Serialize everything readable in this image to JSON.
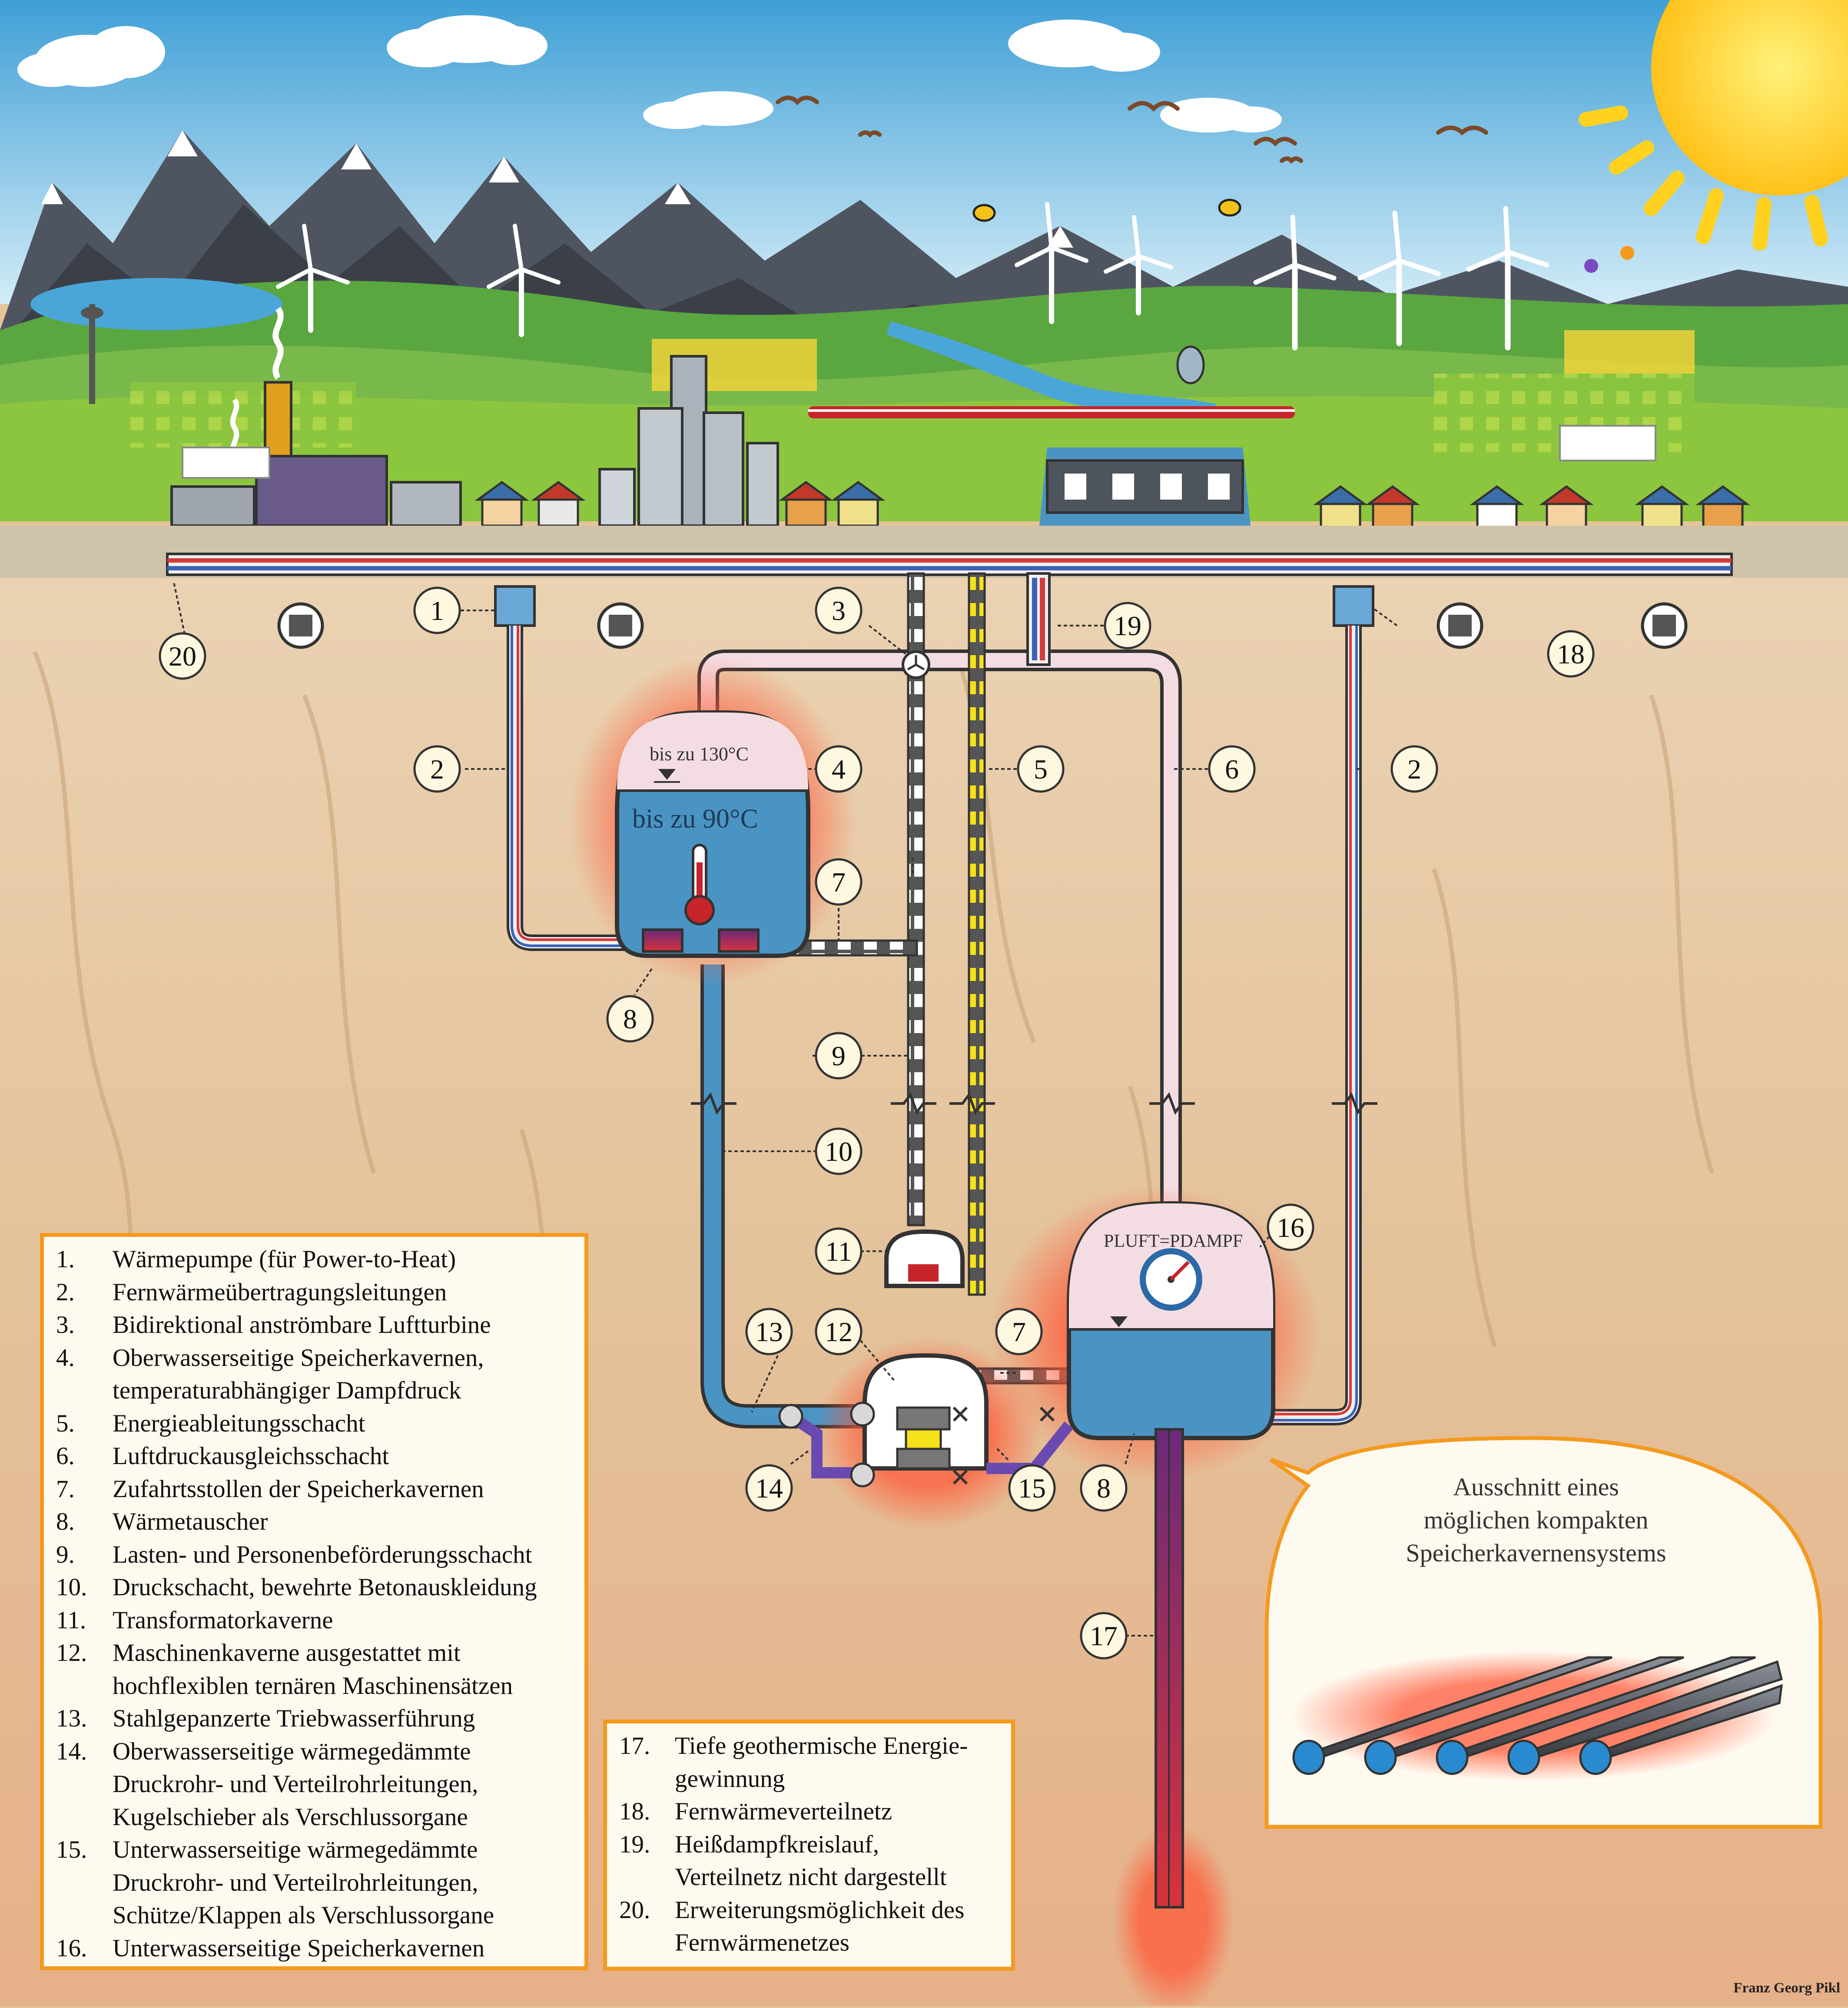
{
  "callouts": [
    "1",
    "2",
    "3",
    "4",
    "5",
    "6",
    "7",
    "8",
    "9",
    "10",
    "11",
    "12",
    "13",
    "14",
    "15",
    "16",
    "17",
    "18",
    "19",
    "20"
  ],
  "labels": {
    "upper_cavern_air": "bis zu 130°C",
    "upper_cavern_water": "bis zu 90°C",
    "pressure_formula": "PLUFT=PDAMPF"
  },
  "legend_left": [
    {
      "num": "1.",
      "text": "Wärmepumpe (für Power-to-Heat)"
    },
    {
      "num": "2.",
      "text": "Fernwärmeübertragungsleitungen"
    },
    {
      "num": "3.",
      "text": "Bidirektional anströmbare Luftturbine"
    },
    {
      "num": "4.",
      "text": "Oberwasserseitige Speicherkavernen,"
    },
    {
      "num": "",
      "text": "temperaturabhängiger Dampfdruck"
    },
    {
      "num": "5.",
      "text": "Energieableitungsschacht"
    },
    {
      "num": "6.",
      "text": "Luftdruckausgleichsschacht"
    },
    {
      "num": "7.",
      "text": "Zufahrtsstollen der Speicherkavernen"
    },
    {
      "num": "8.",
      "text": "Wärmetauscher"
    },
    {
      "num": "9.",
      "text": "Lasten- und Personenbeförderungsschacht"
    },
    {
      "num": "10.",
      "text": "Druckschacht, bewehrte Betonauskleidung"
    },
    {
      "num": "11.",
      "text": "Transformatorkaverne"
    },
    {
      "num": "12.",
      "text": "Maschinenkaverne ausgestattet mit"
    },
    {
      "num": "",
      "text": "hochflexiblen ternären Maschinensätzen"
    },
    {
      "num": "13.",
      "text": "Stahlgepanzerte Triebwasserführung"
    },
    {
      "num": "14.",
      "text": "Oberwasserseitige wärmegedämmte"
    },
    {
      "num": "",
      "text": "Druckrohr- und Verteilrohrleitungen,"
    },
    {
      "num": "",
      "text": "Kugelschieber als Verschlussorgane"
    },
    {
      "num": "15.",
      "text": "Unterwasserseitige wärmegedämmte"
    },
    {
      "num": "",
      "text": "Druckrohr- und Verteilrohrleitungen,"
    },
    {
      "num": "",
      "text": "Schütze/Klappen als Verschlussorgane"
    },
    {
      "num": "16.",
      "text": "Unterwasserseitige Speicherkavernen"
    }
  ],
  "legend_right": [
    {
      "num": "17.",
      "text": "Tiefe geothermische Energie-"
    },
    {
      "num": "",
      "text": "gewinnung"
    },
    {
      "num": "18.",
      "text": "Fernwärmeverteilnetz"
    },
    {
      "num": "19.",
      "text": "Heißdampfkreislauf,"
    },
    {
      "num": "",
      "text": "Verteilnetz nicht dargestellt"
    },
    {
      "num": "20.",
      "text": "Erweiterungsmöglichkeit des"
    },
    {
      "num": "",
      "text": "Fernwärmenetzes"
    }
  ],
  "inset": {
    "caption_lines": [
      "Ausschnitt eines",
      "möglichen kompakten",
      "Speicherkavernensystems"
    ]
  },
  "credit": "Franz Georg Pikl",
  "colors": {
    "sky_top": "#4aa6d8",
    "sky_bottom": "#cfe9f6",
    "rock": "#e3c29a",
    "water": "#4a94c4",
    "air_zone": "#f4dde2",
    "hot_pipe": "#d63a3a",
    "cold_pipe": "#3a62b8",
    "energy_shaft": "#f5e21a",
    "accent_orange": "#f39a1f",
    "heat_glow": "#ff6a4a",
    "sun": "#ffd21f"
  },
  "icons": [
    "sun-icon",
    "cloud-icon",
    "mountain-icon",
    "wind-turbine-icon",
    "bird-icon",
    "bee-icon",
    "butterfly-icon",
    "house-icon",
    "factory-icon",
    "skyscraper-icon",
    "train-icon",
    "dam-icon",
    "fish-icon",
    "heat-pump-icon",
    "tunnel-icon",
    "thermometer-icon",
    "pressure-gauge-icon",
    "air-turbine-icon",
    "transformer-icon",
    "valve-icon",
    "break-mark-icon"
  ]
}
